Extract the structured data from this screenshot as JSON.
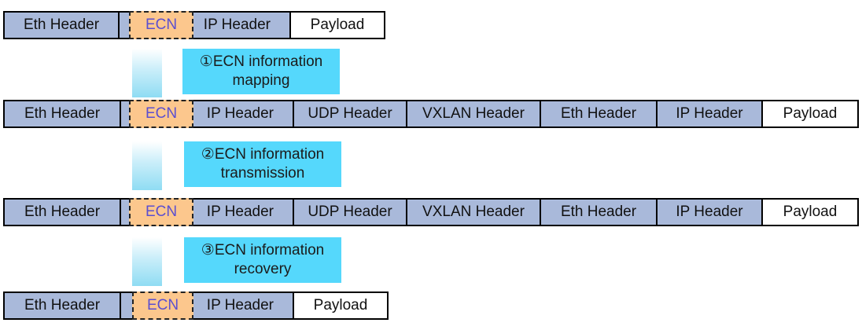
{
  "rows": [
    {
      "cells": [
        "Eth Header",
        "ECN",
        "IP Header",
        "Payload"
      ]
    },
    {
      "cells": [
        "Eth Header",
        "ECN",
        "IP Header",
        "UDP Header",
        "VXLAN Header",
        "Eth Header",
        "IP Header",
        "Payload"
      ]
    },
    {
      "cells": [
        "Eth Header",
        "ECN",
        "IP Header",
        "UDP Header",
        "VXLAN Header",
        "Eth Header",
        "IP Header",
        "Payload"
      ]
    },
    {
      "cells": [
        "Eth Header",
        "ECN",
        "IP Header",
        "Payload"
      ]
    }
  ],
  "steps": [
    {
      "line1": "①ECN information",
      "line2": "mapping"
    },
    {
      "line1": "②ECN information",
      "line2": "transmission"
    },
    {
      "line1": "③ECN information",
      "line2": "recovery"
    }
  ],
  "colors": {
    "header_fill": "#a9b9da",
    "ecn_fill": "#fcc78d",
    "ecn_text": "#5b4fd0",
    "step_fill": "#55d8fc",
    "payload_fill": "#ffffff"
  }
}
